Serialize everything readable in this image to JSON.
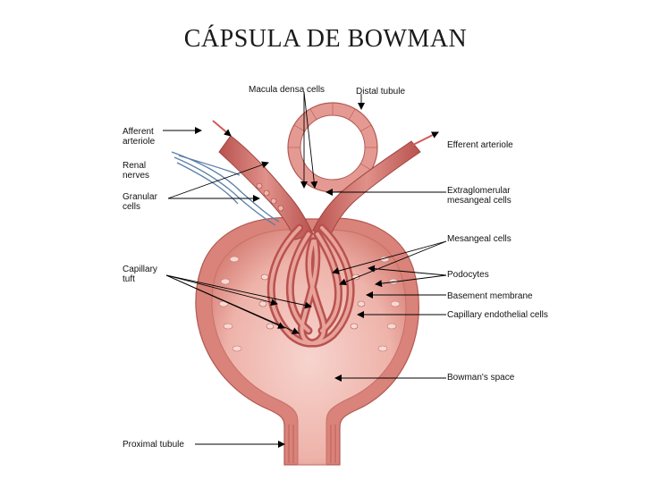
{
  "title": "CÁPSULA DE BOWMAN",
  "labels": {
    "macula_densa": "Macula densa cells",
    "distal_tubule": "Distal tubule",
    "afferent_arteriole": "Afferent\narteriole",
    "efferent_arteriole": "Efferent arteriole",
    "renal_nerves": "Renal\nnerves",
    "granular_cells": "Granular\ncells",
    "extraglomerular": "Extraglomerular\nmesangeal cells",
    "mesangeal_cells": "Mesangeal cells",
    "capillary_tuft": "Capillary\ntuft",
    "podocytes": "Podocytes",
    "basement_membrane": "Basement membrane",
    "capillary_endothelial": "Capillary endothelial cells",
    "bowmans_space": "Bowman's space",
    "proximal_tubule": "Proximal tubule"
  },
  "colors": {
    "tissue_dark": "#c4605c",
    "tissue_mid": "#e0918a",
    "tissue_light": "#f2c2bb",
    "capsule_fill": "#f4c7c0",
    "nerve": "#5a7fa8",
    "arrow": "#000000"
  }
}
